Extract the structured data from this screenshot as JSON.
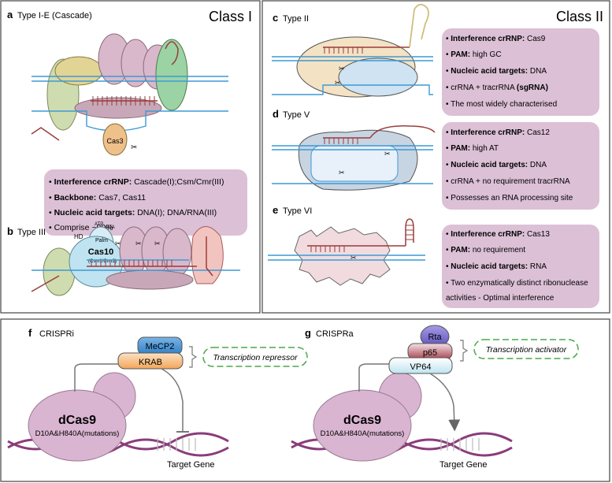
{
  "class1": {
    "title": "Class I",
    "panel_a": {
      "letter": "a",
      "title": "Type I-E (Cascade)",
      "protein_label": "Cas3",
      "info": [
        {
          "bold": "Interference crRNP:",
          "text": " Cascade(I);Csm/Cmr(III)"
        },
        {
          "bold": "Backbone:",
          "text": " Cas7, Cas11"
        },
        {
          "bold": "Nucleic acid targets:",
          "text": " DNA(I); DNA/RNA(III)"
        },
        {
          "bold": "",
          "text": "Comprise ~90%"
        }
      ]
    },
    "panel_b": {
      "letter": "b",
      "title": "Type III",
      "hd": "HD",
      "atp": "ATP",
      "coa": "cOA",
      "palm": "Palm",
      "protein": "Cas10",
      "protein_sub": "(Csm1/Cmr2)"
    }
  },
  "class2": {
    "title": "Class II",
    "panel_c": {
      "letter": "c",
      "title": "Type II",
      "info": [
        {
          "bold": "Interference crRNP:",
          "text": " Cas9"
        },
        {
          "bold": "PAM:",
          "text": " high GC"
        },
        {
          "bold": "Nucleic acid targets:",
          "text": " DNA"
        },
        {
          "bold": "",
          "text": "crRNA + tracrRNA ",
          "bold2": "(sgRNA)"
        },
        {
          "bold": "",
          "text": "The most widely characterised"
        }
      ]
    },
    "panel_d": {
      "letter": "d",
      "title": "Type V",
      "info": [
        {
          "bold": "Interference crRNP:",
          "text": " Cas12"
        },
        {
          "bold": "PAM:",
          "text": " high AT"
        },
        {
          "bold": "Nucleic acid targets:",
          "text": " DNA"
        },
        {
          "bold": "",
          "text": "crRNA + no requirement tracrRNA"
        },
        {
          "bold": "",
          "text": "Possesses an RNA processing site"
        }
      ]
    },
    "panel_e": {
      "letter": "e",
      "title": "Type VI",
      "info": [
        {
          "bold": "Interference crRNP:",
          "text": " Cas13"
        },
        {
          "bold": "PAM:",
          "text": " no requirement"
        },
        {
          "bold": "Nucleic acid targets:",
          "text": " RNA"
        },
        {
          "bold": "",
          "text": "Two enzymatically distinct ribonuclease"
        },
        {
          "bold": "",
          "text": "activities - Optimal interference",
          "nobullet": true
        }
      ]
    }
  },
  "panel_f": {
    "letter": "f",
    "title": "CRISPRi",
    "mecp2": "MeCP2",
    "krab": "KRAB",
    "effect": "Transcription repressor",
    "dcas9": "dCas9",
    "mutations": "D10A&H840A(mutations)",
    "target": "Target Gene"
  },
  "panel_g": {
    "letter": "g",
    "title": "CRISPRa",
    "rta": "Rta",
    "p65": "p65",
    "vp64": "VP64",
    "effect": "Transcription activator",
    "dcas9": "dCas9",
    "mutations": "D10A&H840A(mutations)",
    "target": "Target Gene"
  },
  "colors": {
    "info_box": "#dcc0d6",
    "dcas9": "#d9b5d1",
    "dna_blue": "#3c9ad6",
    "rna_red": "#9b3b3b",
    "helix": "#8a3c7a",
    "green_dash": "#4aa84a"
  }
}
